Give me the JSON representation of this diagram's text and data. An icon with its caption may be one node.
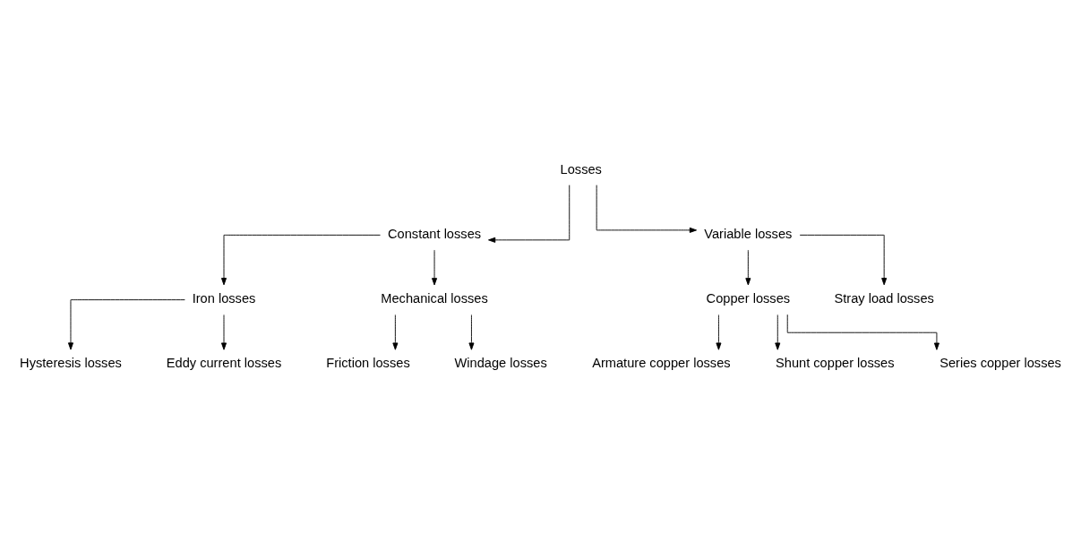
{
  "diagram": {
    "nodes": [
      {
        "text": [
          "Losses"
        ]
      },
      {
        "text": [
          "Constant losses"
        ]
      },
      {
        "text": [
          "Variable losses"
        ]
      },
      {
        "text": [
          "Iron losses"
        ]
      },
      {
        "text": [
          "Mechanical losses"
        ]
      },
      {
        "text": [
          "Copper losses"
        ]
      },
      {
        "text": [
          "Stray load losses"
        ]
      },
      {
        "text": [
          "Hysteresis losses"
        ]
      },
      {
        "text": [
          "Eddy current losses"
        ]
      },
      {
        "text": [
          "Friction losses"
        ]
      },
      {
        "text": [
          "Windage losses"
        ]
      },
      {
        "text": [
          "Armature copper losses"
        ]
      },
      {
        "text": [
          "Shunt copper losses"
        ]
      },
      {
        "text": [
          "Series copper losses"
        ]
      }
    ],
    "edges": [
      {
        "from": 0,
        "to": 1,
        "arrow": "to"
      },
      {
        "from": 0,
        "to": 2,
        "arrow": "to"
      },
      {
        "from": 1,
        "to": 3,
        "arrow": "to"
      },
      {
        "from": 1,
        "to": 4,
        "arrow": "to"
      },
      {
        "from": 2,
        "to": 5,
        "arrow": "to"
      },
      {
        "from": 2,
        "to": 6,
        "arrow": "to"
      },
      {
        "from": 3,
        "to": 7,
        "arrow": "to"
      },
      {
        "from": 3,
        "to": 8,
        "arrow": "to"
      },
      {
        "from": 4,
        "to": 9,
        "arrow": "to"
      },
      {
        "from": 4,
        "to": 10,
        "arrow": "to"
      },
      {
        "from": 5,
        "to": 11,
        "arrow": "to"
      },
      {
        "from": 5,
        "to": 12,
        "arrow": "to"
      },
      {
        "from": 5,
        "to": 13,
        "arrow": "to"
      }
    ]
  }
}
